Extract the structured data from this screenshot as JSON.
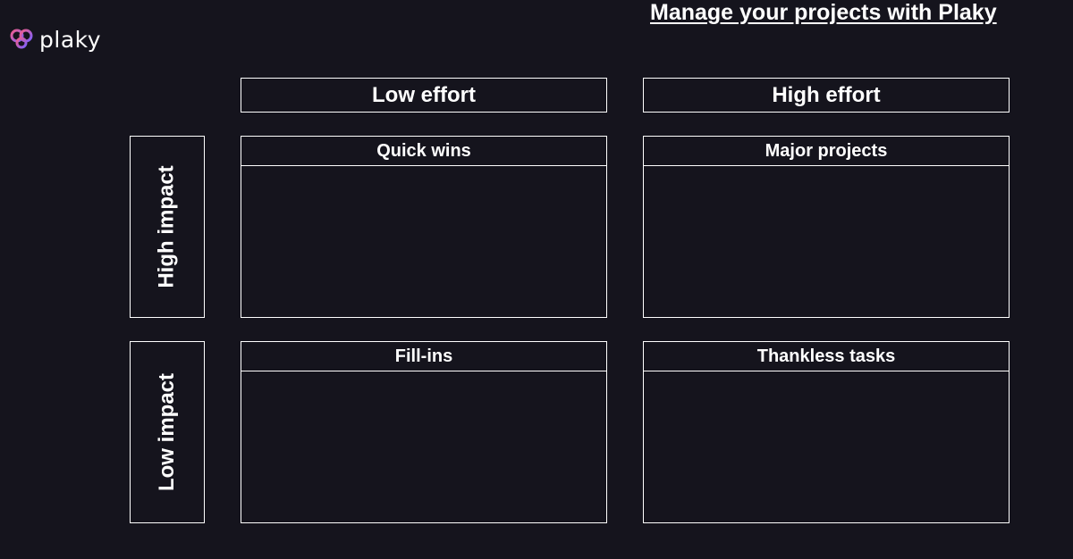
{
  "brand": {
    "logo_text": "plaky",
    "logo_icon": "plaky-logo-icon",
    "accent_colors": [
      "#f25c8a",
      "#7b61ff"
    ]
  },
  "header": {
    "link_text": "Manage your projects with Plaky"
  },
  "matrix": {
    "columns": [
      "Low effort",
      "High effort"
    ],
    "rows": [
      "High impact",
      "Low impact"
    ],
    "quadrants": {
      "high_impact_low_effort": "Quick wins",
      "high_impact_high_effort": "Major projects",
      "low_impact_low_effort": "Fill-ins",
      "low_impact_high_effort": "Thankless tasks"
    }
  },
  "colors": {
    "background": "#15141d",
    "line": "#ffffff",
    "text": "#ffffff"
  }
}
